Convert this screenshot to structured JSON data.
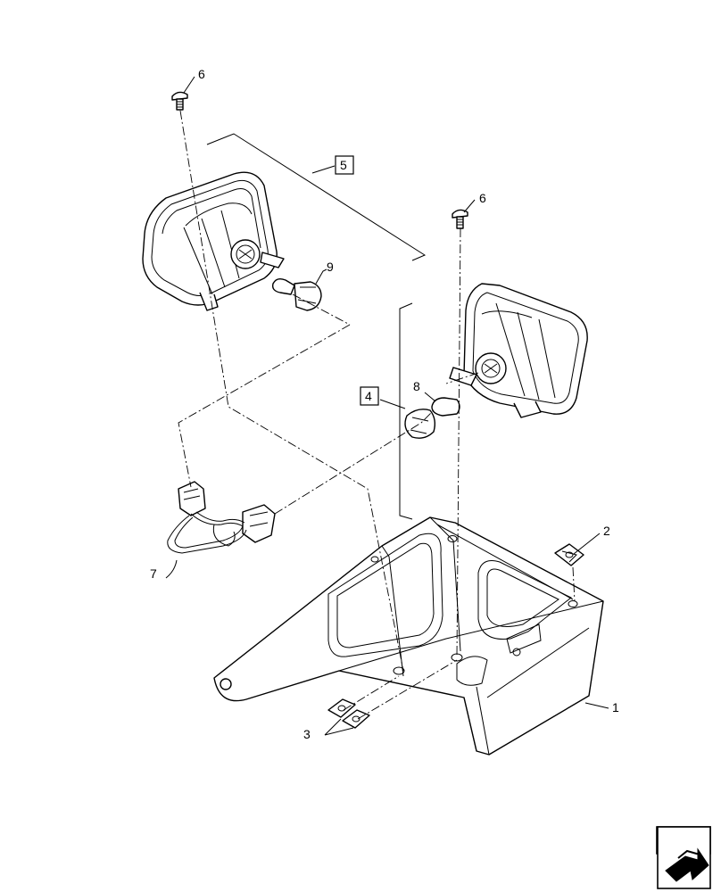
{
  "callouts": {
    "item_1": "1",
    "item_2": "2",
    "item_3": "3",
    "item_4": "4",
    "item_5": "5",
    "item_6_left": "6",
    "item_6_right": "6",
    "item_7": "7",
    "item_8": "8",
    "item_9": "9"
  },
  "nav": {
    "icon": "next-page-arrow-icon"
  },
  "colors": {
    "line": "#000000",
    "background": "#ffffff"
  }
}
